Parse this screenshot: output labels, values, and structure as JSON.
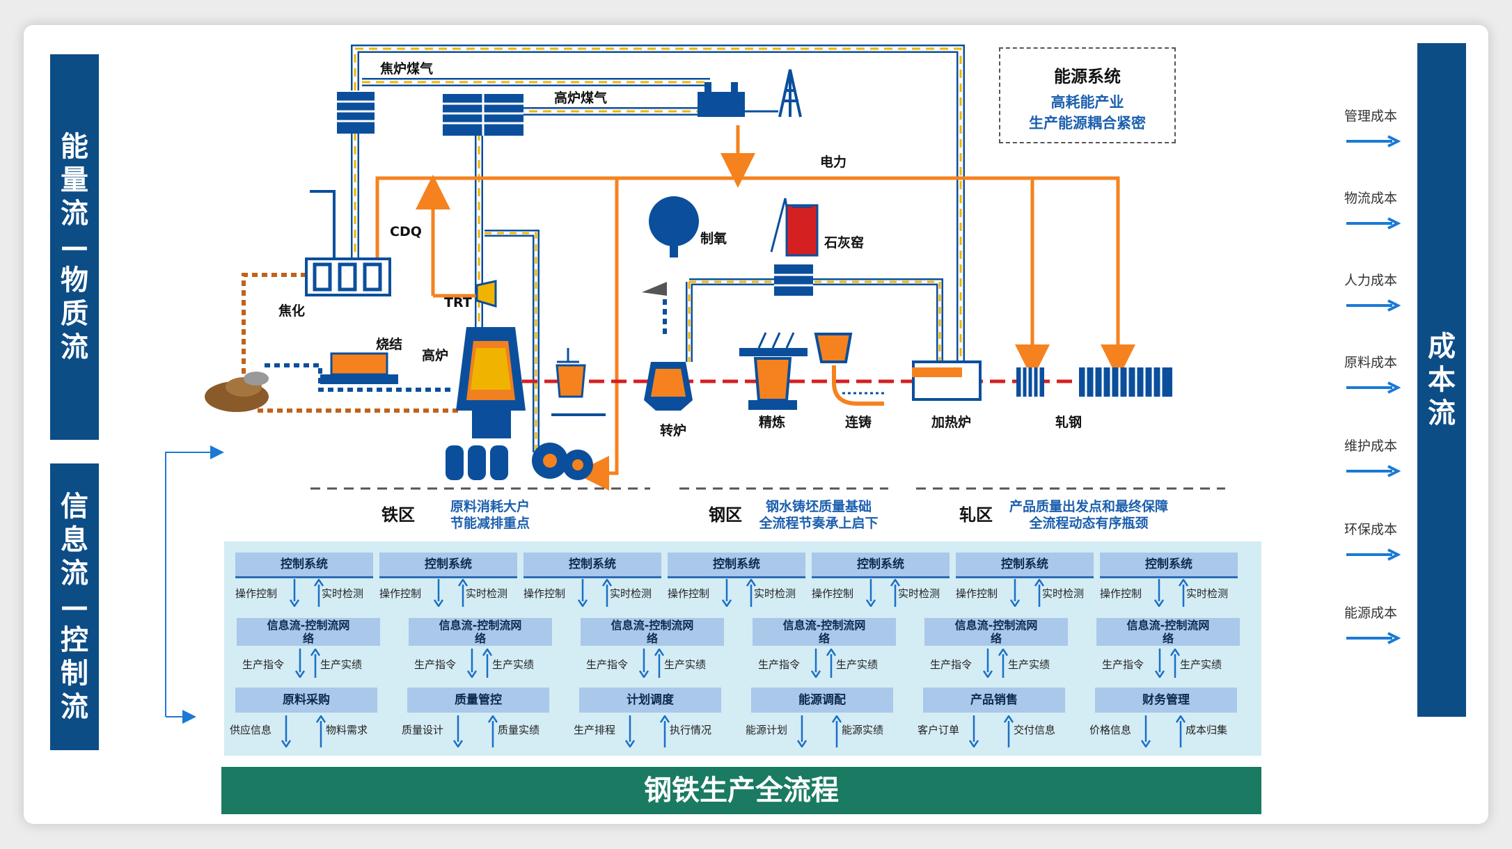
{
  "left_bands": {
    "top": "能量流—物质流",
    "bottom": "信息流—控制流"
  },
  "right_band": "成本流",
  "cost_items": [
    "管理成本",
    "物流成本",
    "人力成本",
    "原料成本",
    "维护成本",
    "环保成本",
    "能源成本"
  ],
  "energy_system": {
    "title": "能源系统",
    "line1": "高耗能产业",
    "line2": "生产能源耦合紧密"
  },
  "process_labels": {
    "coke_gas": "焦炉煤气",
    "bf_gas": "高炉煤气",
    "power": "电力",
    "cdq": "CDQ",
    "trt": "TRT",
    "coking": "焦化",
    "sinter": "烧结",
    "blast_furnace": "高炉",
    "oxygen": "制氧",
    "lime_kiln": "石灰窑",
    "converter": "转炉",
    "refining": "精炼",
    "casting": "连铸",
    "reheating": "加热炉",
    "rolling": "轧钢"
  },
  "zones": [
    {
      "name": "铁区",
      "desc1": "原料消耗大户",
      "desc2": "节能减排重点"
    },
    {
      "name": "钢区",
      "desc1": "钢水铸坯质量基础",
      "desc2": "全流程节奏承上启下"
    },
    {
      "name": "轧区",
      "desc1": "产品质量出发点和最终保障",
      "desc2": "全流程动态有序瓶颈"
    }
  ],
  "row1": {
    "box": "控制系统",
    "left": "操作控制",
    "right": "实时检测"
  },
  "row2": {
    "box": "信息流-控制流网络",
    "left": "生产指令",
    "right": "生产实绩"
  },
  "row3": [
    {
      "box": "原料采购",
      "left": "供应信息",
      "right": "物料需求"
    },
    {
      "box": "质量管控",
      "left": "质量设计",
      "right": "质量实绩"
    },
    {
      "box": "计划调度",
      "left": "生产排程",
      "right": "执行情况"
    },
    {
      "box": "能源调配",
      "left": "能源计划",
      "right": "能源实绩"
    },
    {
      "box": "产品销售",
      "left": "客户订单",
      "right": "交付信息"
    },
    {
      "box": "财务管理",
      "left": "价格信息",
      "right": "成本归集"
    }
  ],
  "bottom_bar": "钢铁生产全流程",
  "colors": {
    "band": "#0d4d86",
    "orange": "#f5821f",
    "blue": "#0b4f9c",
    "green": "#1a7a62",
    "panel": "#d4ecf4",
    "box": "#a9c8ea"
  }
}
